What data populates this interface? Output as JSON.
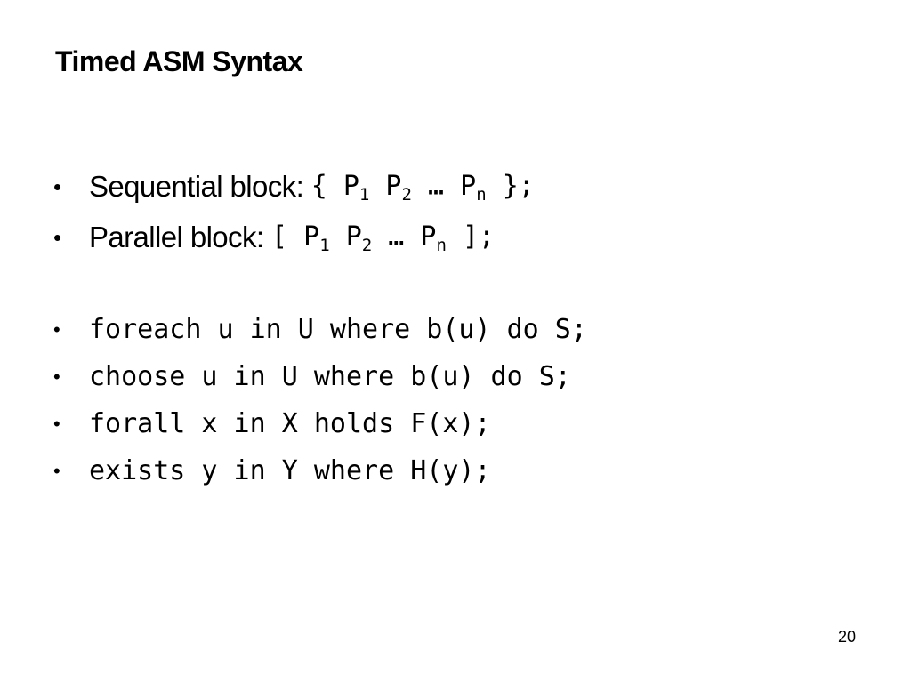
{
  "slide": {
    "title": "Timed ASM Syntax",
    "page_number": "20"
  },
  "blocks": {
    "sequential": {
      "bullet": "•",
      "label": "Sequential block: ",
      "open": "{ ",
      "p": "P",
      "sub1": "1",
      "sub2": "2",
      "subn": "n",
      "ellipsis": " … ",
      "close": " };"
    },
    "parallel": {
      "bullet": "•",
      "label": "Parallel block: ",
      "open": "[ ",
      "p": "P",
      "sub1": "1",
      "sub2": "2",
      "subn": "n",
      "ellipsis": " … ",
      "close": " ];"
    }
  },
  "statements": [
    {
      "bullet": "•",
      "text": "foreach u in U where b(u) do S;"
    },
    {
      "bullet": "•",
      "text": "choose u in U where b(u) do S;"
    },
    {
      "bullet": "•",
      "text": "forall x in X holds F(x);"
    },
    {
      "bullet": "•",
      "text": "exists y in Y where H(y);"
    }
  ]
}
